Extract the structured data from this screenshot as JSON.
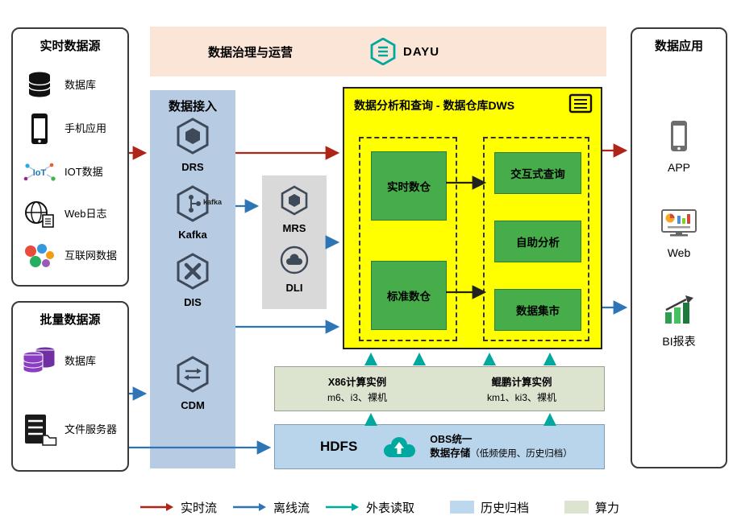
{
  "governance": {
    "title": "数据治理与运营",
    "product": "DAYU"
  },
  "realtime_sources": {
    "title": "实时数据源",
    "items": [
      {
        "label": "数据库",
        "icon": "database-icon"
      },
      {
        "label": "手机应用",
        "icon": "phone-icon"
      },
      {
        "label": "IOT数据",
        "icon": "iot-icon",
        "icon_text": "IoT"
      },
      {
        "label": "Web日志",
        "icon": "web-globe-icon"
      },
      {
        "label": "互联网数据",
        "icon": "internet-data-icon"
      }
    ]
  },
  "batch_sources": {
    "title": "批量数据源",
    "items": [
      {
        "label": "数据库",
        "icon": "database-stack-icon"
      },
      {
        "label": "文件服务器",
        "icon": "file-server-icon"
      }
    ]
  },
  "ingestion": {
    "title": "数据接入",
    "items": [
      {
        "label": "DRS",
        "icon": "drs-icon"
      },
      {
        "label": "Kafka",
        "icon": "kafka-icon",
        "logo": "kafka"
      },
      {
        "label": "DIS",
        "icon": "dis-icon"
      },
      {
        "label": "CDM",
        "icon": "cdm-icon"
      }
    ]
  },
  "processing": {
    "items": [
      {
        "label": "MRS",
        "icon": "mrs-icon"
      },
      {
        "label": "DLI",
        "icon": "dli-icon"
      }
    ]
  },
  "dws": {
    "title": "数据分析和查询 - 数据仓库DWS",
    "warehouses": [
      {
        "label": "实时数仓"
      },
      {
        "label": "标准数仓"
      }
    ],
    "services": [
      {
        "label": "交互式查询"
      },
      {
        "label": "自助分析"
      },
      {
        "label": "数据集市"
      }
    ]
  },
  "compute": {
    "x86": {
      "title": "X86计算实例",
      "specs": "m6、i3、裸机"
    },
    "kunpeng": {
      "title": "鲲鹏计算实例",
      "specs": "km1、ki3、裸机"
    }
  },
  "storage": {
    "hdfs": "HDFS",
    "obs_line1": "OBS统一",
    "obs_line2": "数据存储",
    "obs_note": "（低频使用、历史归档）"
  },
  "applications": {
    "title": "数据应用",
    "items": [
      {
        "label": "APP",
        "icon": "app-phone-icon"
      },
      {
        "label": "Web",
        "icon": "web-monitor-icon"
      },
      {
        "label": "BI报表",
        "icon": "bi-report-icon"
      }
    ]
  },
  "legend": {
    "items": [
      {
        "label": "实时流",
        "type": "arrow",
        "color": "#b02418"
      },
      {
        "label": "离线流",
        "type": "arrow",
        "color": "#2e75b6"
      },
      {
        "label": "外表读取",
        "type": "arrow",
        "color": "#00a89d"
      },
      {
        "label": "历史归档",
        "type": "swatch",
        "color": "#bdd7ee"
      },
      {
        "label": "算力",
        "type": "swatch",
        "color": "#dce4d0"
      }
    ]
  }
}
